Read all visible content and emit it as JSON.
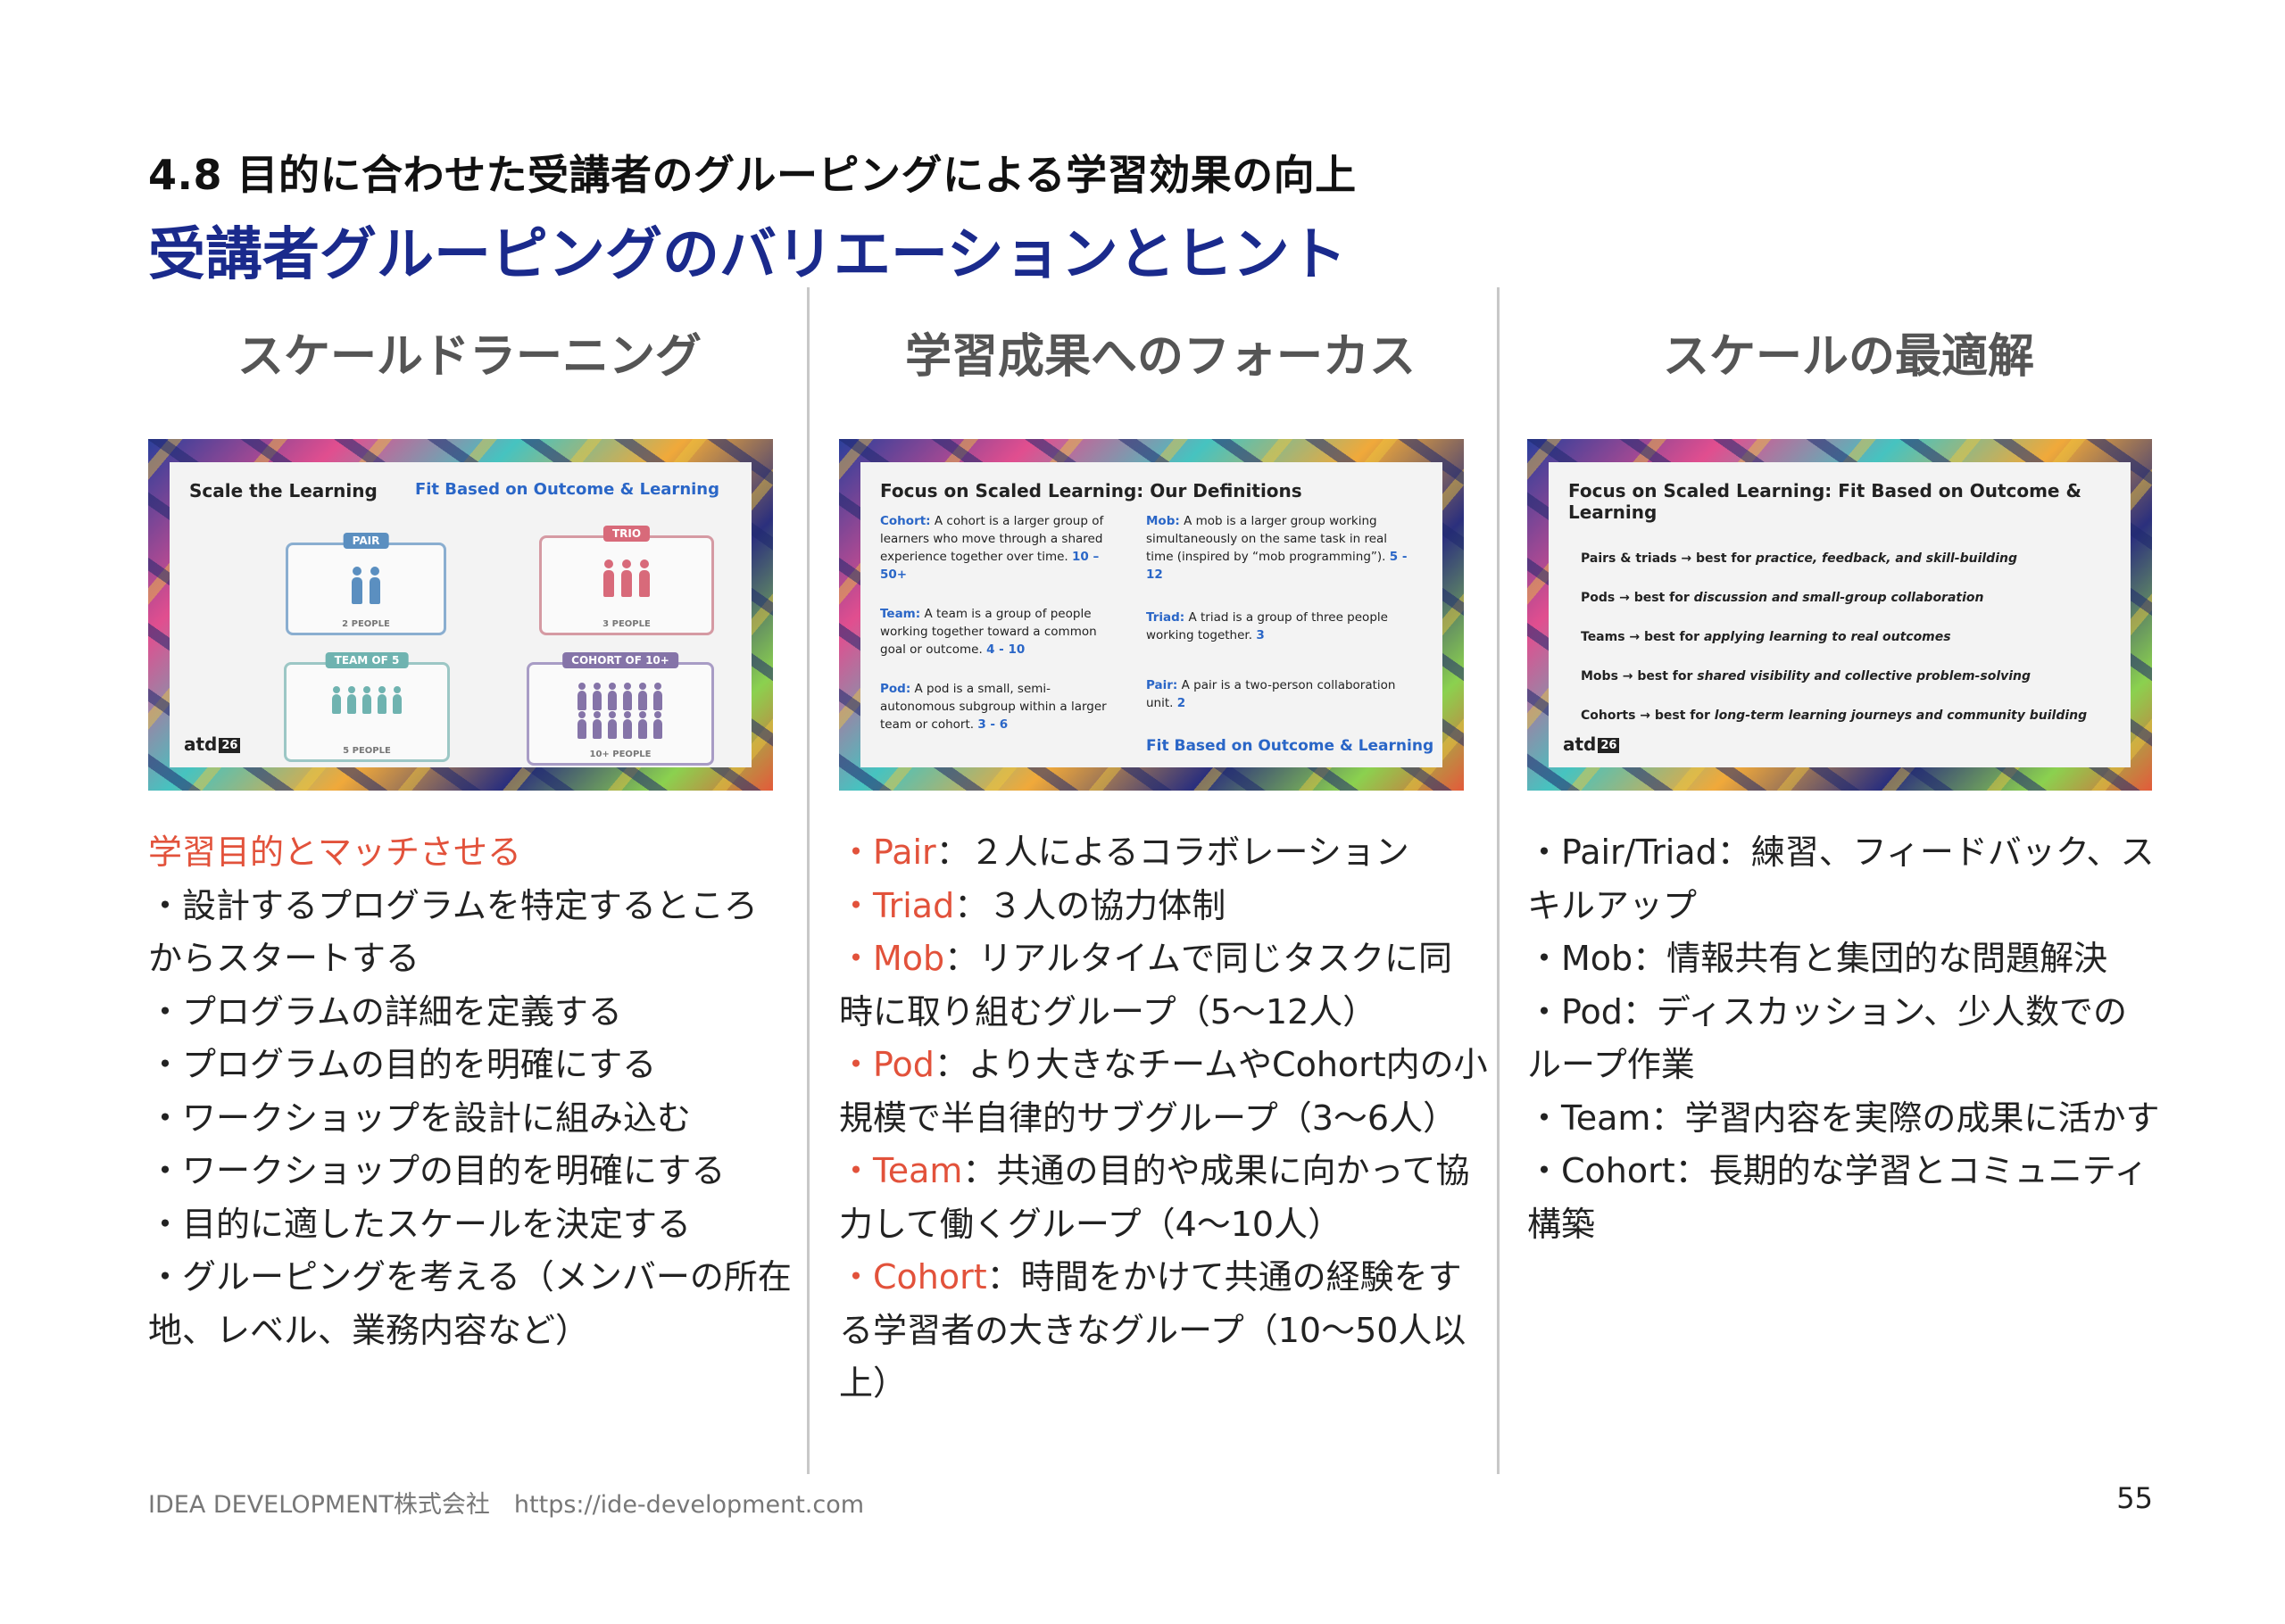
{
  "header": {
    "section_title": "4.8 目的に合わせた受講者のグルーピングによる学習効果の向上",
    "main_title": "受講者グルーピングのバリエーションとヒント"
  },
  "columns": [
    {
      "heading": "スケールドラーニング",
      "slide": {
        "title": "Scale the Learning",
        "accent": "Fit Based on Outcome & Learning",
        "groups": [
          {
            "label": "PAIR",
            "caption": "2 PEOPLE",
            "color": "#5b8fc0"
          },
          {
            "label": "TRIO",
            "caption": "3 PEOPLE",
            "color": "#d86a7a"
          },
          {
            "label": "TEAM OF 5",
            "caption": "5 PEOPLE",
            "color": "#6fb3b0"
          },
          {
            "label": "COHORT OF 10+",
            "caption": "10+ PEOPLE",
            "color": "#8574a8"
          }
        ],
        "logo": "atd",
        "logo_badge": "26"
      },
      "heading_red": "学習目的とマッチさせる",
      "lines": [
        "・設計するプログラムを特定するところ",
        "からスタートする",
        "・プログラムの詳細を定義する",
        "・プログラムの目的を明確にする",
        "・ワークショップを設計に組み込む",
        "・ワークショップの目的を明確にする",
        "・目的に適したスケールを決定する",
        "・グルーピングを考える（メンバーの所在",
        "地、レベル、業務内容など）"
      ]
    },
    {
      "heading": "学習成果へのフォーカス",
      "slide": {
        "title": "Focus on Scaled Learning: Our Definitions",
        "defs": [
          {
            "k": "Cohort:",
            "t": "A cohort is a larger group of learners who move through a shared experience together over time.",
            "n": "10 – 50+"
          },
          {
            "k": "Team:",
            "t": "A team is a group of people working together toward a common goal or outcome.",
            "n": "4 - 10"
          },
          {
            "k": "Pod:",
            "t": "A pod is a small, semi-autonomous subgroup within a larger team or cohort.",
            "n": "3 - 6"
          },
          {
            "k": "Mob:",
            "t": "A mob is a larger group working simultaneously on the same task in real time (inspired by “mob programming”).",
            "n": "5 - 12"
          },
          {
            "k": "Triad:",
            "t": "A triad is a group of three people working together.",
            "n": "3"
          },
          {
            "k": "Pair:",
            "t": "A pair is a two-person collaboration unit.",
            "n": "2"
          }
        ],
        "accent": "Fit Based on Outcome & Learning"
      },
      "items": [
        {
          "k": "・Pair",
          "t": "：２人によるコラボレーション"
        },
        {
          "k": "・Triad",
          "t": "：３人の協力体制"
        },
        {
          "k": "・Mob",
          "t": "：リアルタイムで同じタスクに同",
          "cont": "時に取り組むグループ（5〜12人）"
        },
        {
          "k": "・Pod",
          "t": "：より大きなチームやCohort内の小",
          "cont": "規模で半自律的サブグループ（3〜6人）"
        },
        {
          "k": "・Team",
          "t": "：共通の目的や成果に向かって協",
          "cont": "力して働くグループ（4〜10人）"
        },
        {
          "k": "・Cohort",
          "t": "：時間をかけて共通の経験をす",
          "cont": "る学習者の大きなグループ（10〜50人以",
          "cont2": "上）"
        }
      ]
    },
    {
      "heading": "スケールの最適解",
      "slide": {
        "title": "Focus on Scaled Learning: Fit Based on Outcome & Learning",
        "items": [
          {
            "a": "Pairs & triads → best for ",
            "b": "practice, feedback, and skill-building"
          },
          {
            "a": "Pods → best for ",
            "b": "discussion and small-group collaboration"
          },
          {
            "a": "Teams → best for ",
            "b": "applying learning to real outcomes"
          },
          {
            "a": "Mobs → best for ",
            "b": "shared visibility and collective problem-solving"
          },
          {
            "a": "Cohorts → best for ",
            "b": "long-term learning journeys and community building"
          }
        ],
        "logo": "atd",
        "logo_badge": "26"
      },
      "lines": [
        "・Pair/Triad：練習、フィードバック、ス",
        "キルアップ",
        "・Mob：情報共有と集団的な問題解決",
        "・Pod：ディスカッション、少人数での",
        "ループ作業",
        "・Team：学習内容を実際の成果に活かす",
        "・Cohort：長期的な学習とコミュニティ",
        "構築"
      ]
    }
  ],
  "footer": {
    "company": "IDEA DEVELOPMENT株式会社　https://ide-development.com",
    "page": "55"
  }
}
